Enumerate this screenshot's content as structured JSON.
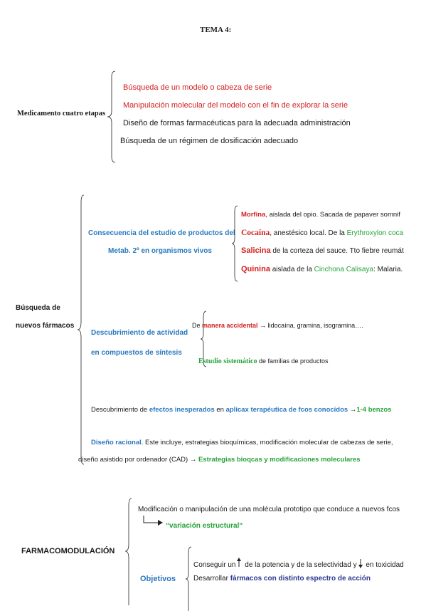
{
  "title": "TEMA 4:",
  "s1": {
    "label": "Medicamento cuatro etapas",
    "items": [
      "Búsqueda de un modelo o cabeza de serie",
      "Manipulación molecular del modelo con el fin de explorar la serie",
      "Diseño de formas farmacéuticas para la adecuada administración",
      "Búsqueda de un régimen de dosificación adecuado"
    ]
  },
  "s2": {
    "label1": "Búsqueda de",
    "label2": "nuevos fármacos",
    "a_line1": "Consecuencia del estudio de productos del",
    "a_line2": "Metab. 2º en organismos vivos",
    "morfina_name": "Morfina",
    "morfina_text": ", aislada del opio. Sacada de papaver somnif",
    "cocaina_name": "Cocaína",
    "cocaina_text": ", anestésico local. De la ",
    "cocaina_plant": "Erythroxylon coca",
    "salicina_name": "Salicina",
    "salicina_text": " de la corteza del sauce. Tto fiebre reumát",
    "quinina_name": "Quinina",
    "quinina_text": " aislada de la ",
    "quinina_plant": "Cinchona Calisaya",
    "quinina_tail": ": Malaria.",
    "b_line1": "Descubrimiento de actividad",
    "b_line2": "en compuestos de síntesis",
    "accidental_pre": "De ",
    "accidental_key": "manera accidental",
    "accidental_post": " → lidocaína, gramina, isogramina….",
    "sistematico_key": "Estudio sistemático",
    "sistematico_post": " de familias de productos",
    "efectos_1": "Descubrimiento de ",
    "efectos_2": "efectos inesperados",
    "efectos_3": " en ",
    "efectos_4": "aplicax terapéutica de fcos conocidos",
    "efectos_5": " →",
    "efectos_6": "1-4 benzos",
    "diseno_1": "Diseño racional",
    "diseno_2": ". Este incluye, estrategias bioquímicas, modificación molecular de cabezas de serie,",
    "diseno_3": "diseño asistido por ordenador (CAD) → ",
    "diseno_4": "Estrategias bioqcas y modificaciones moleculares"
  },
  "s3": {
    "label": "FARMACOMODULACIÓN",
    "mod_text": "Modificación o manipulación de una molécula prototipo que conduce a nuevos fcos",
    "variacion": "“variación estructural“",
    "objetivos": "Objetivos",
    "obj1_a": "Conseguir un",
    "obj1_b": " de la potencia y de la selectividad y",
    "obj1_c": " en toxicidad",
    "obj2_a": "Desarrollar ",
    "obj2_b": "fármacos con distinto espectro de acción"
  }
}
